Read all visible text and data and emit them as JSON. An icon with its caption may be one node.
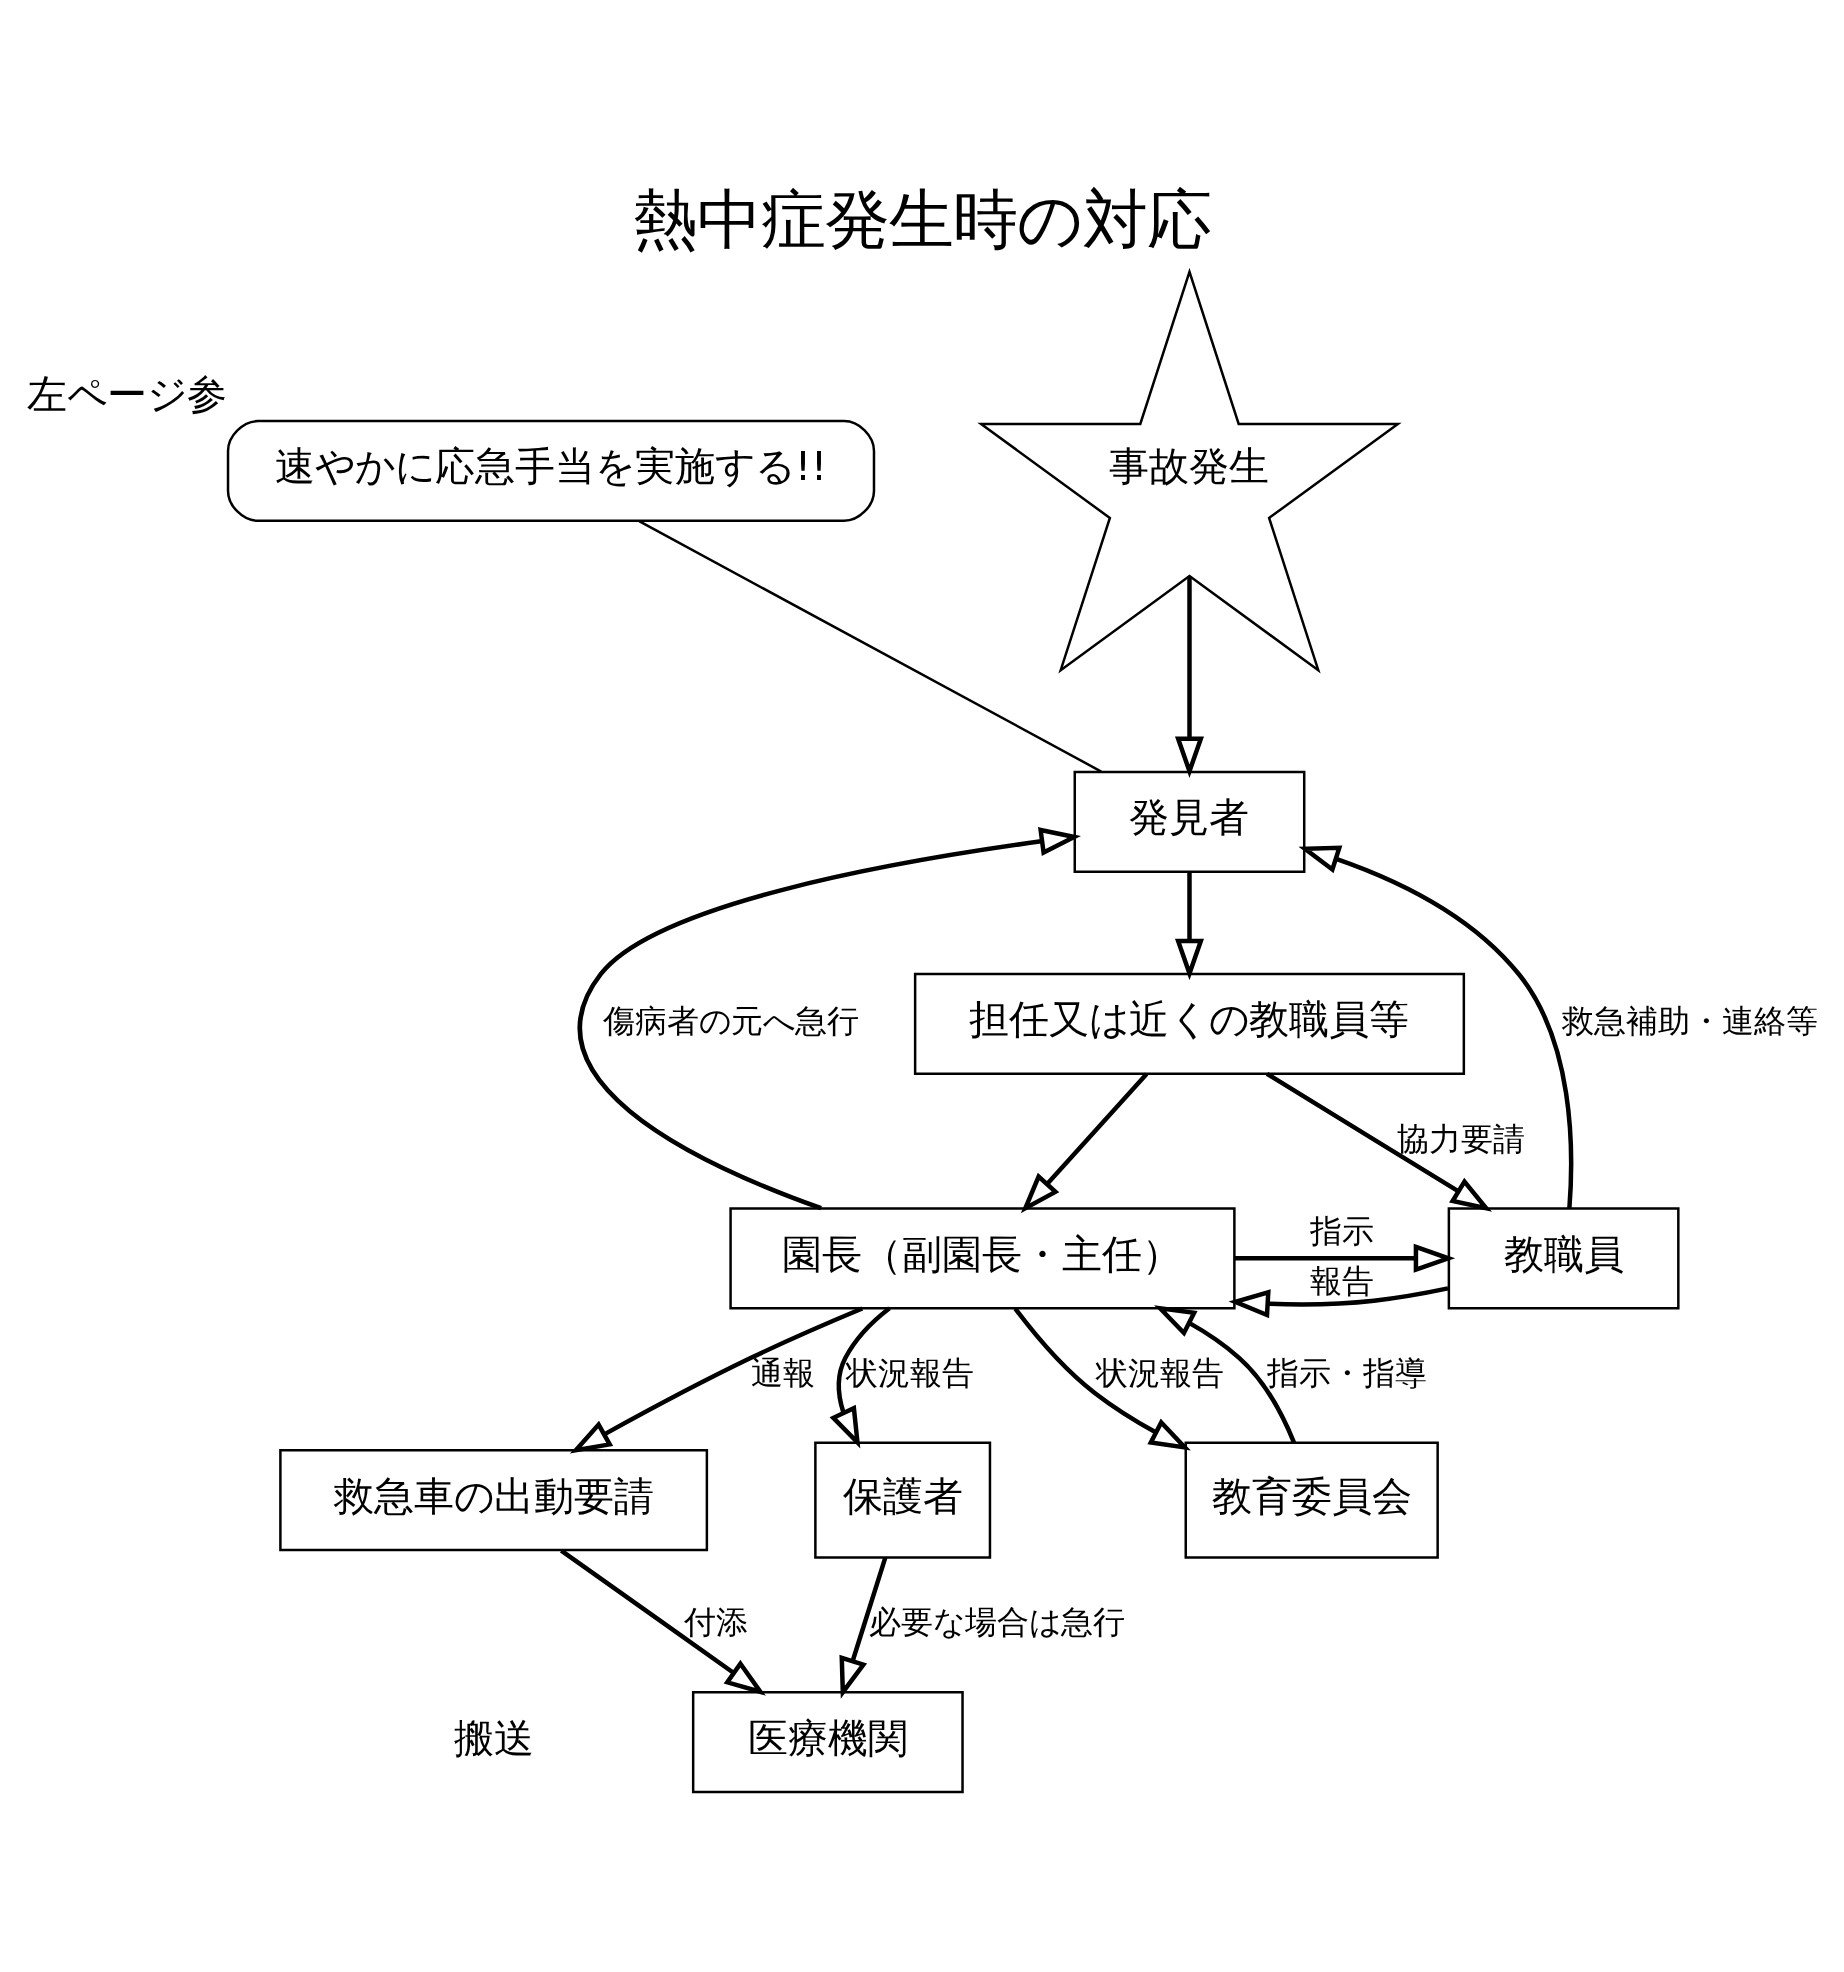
{
  "diagram": {
    "title": "熱中症発生時の対応",
    "nodes": [
      {
        "text": [
          "速やかに応急手当を実施する!!"
        ],
        "beside": [
          "左ページ参"
        ]
      },
      {
        "text": [
          "事故発生"
        ]
      },
      {
        "text": [
          "発見者"
        ]
      },
      {
        "text": [
          "担任又は近くの教職員等"
        ]
      },
      {
        "text": [
          "園長（副園長・主任）"
        ]
      },
      {
        "text": [
          "教職員"
        ]
      },
      {
        "text": [
          "保護者"
        ]
      },
      {
        "text": [
          "救急車の出動要請"
        ]
      },
      {
        "text": [
          "教育委員会"
        ]
      },
      {
        "text": [
          "医療機関"
        ]
      }
    ],
    "edges": [
      {
        "from": 0,
        "to": 2,
        "arrow": "none"
      },
      {
        "from": 1,
        "to": 2,
        "arrow": "to"
      },
      {
        "from": 2,
        "to": 3,
        "arrow": "to"
      },
      {
        "from": 3,
        "to": 4,
        "arrow": "to"
      },
      {
        "from": 3,
        "to": 5,
        "arrow": "to",
        "label": "協力要請"
      },
      {
        "from": 4,
        "to": 2,
        "arrow": "to",
        "label": "傷病者の元へ急行"
      },
      {
        "from": 5,
        "to": 2,
        "arrow": "to",
        "label": "救急補助・連絡等"
      },
      {
        "from": 4,
        "to": 5,
        "arrow": "to",
        "label": "指示"
      },
      {
        "from": 5,
        "to": 4,
        "arrow": "to",
        "label": "報告"
      },
      {
        "from": 4,
        "to": 6,
        "arrow": "to",
        "label": "状況報告"
      },
      {
        "from": 4,
        "to": 7,
        "arrow": "to",
        "label": "通報"
      },
      {
        "from": 4,
        "to": 8,
        "arrow": "to",
        "label": "状況報告"
      },
      {
        "from": 8,
        "to": 4,
        "arrow": "to",
        "label": "指示・指導"
      },
      {
        "from": 7,
        "to": 9,
        "arrow": "to",
        "label": "付添"
      },
      {
        "from": 6,
        "to": 9,
        "arrow": "to",
        "label": "必要な場合は急行"
      }
    ],
    "labels": [
      "搬送"
    ]
  }
}
